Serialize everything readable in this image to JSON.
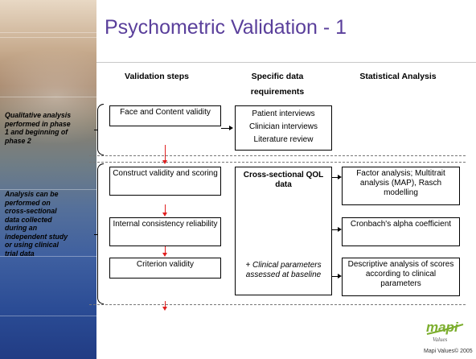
{
  "slide": {
    "title": "Psychometric Validation - 1",
    "accent_color": "#5a3f9b"
  },
  "headers": {
    "validation_steps": "Validation steps",
    "specific_data_line1": "Specific data",
    "specific_data_line2": "requirements",
    "statistical_analysis": "Statistical Analysis"
  },
  "notes": {
    "qualitative": "Qualitative analysis performed in phase 1 and beginning of phase 2",
    "analysis": "Analysis can be performed on cross-sectional data collected during an independent study or using clinical trial data"
  },
  "validation_steps": [
    "Face and Content validity",
    "Construct validity and scoring",
    "Internal consistency reliability",
    "Criterion validity"
  ],
  "data_requirements": {
    "qualitative": [
      "Patient interviews",
      "Clinician interviews",
      "Literature review"
    ],
    "quantitative_main": "Cross-sectional QOL data",
    "quantitative_extra": "+ Clinical parameters assessed at baseline"
  },
  "statistical_analysis": [
    "Factor analysis; Multitrait analysis (MAP), Rasch modelling",
    "Cronbach's alpha coefficient",
    "Descriptive analysis of scores according to clinical parameters"
  ],
  "logo": {
    "brand": "mapi",
    "sub": "Values"
  },
  "footer": "Mapi Values© 2005",
  "colors": {
    "arrow_red": "#e02020",
    "logo_green": "#7cae2e"
  }
}
